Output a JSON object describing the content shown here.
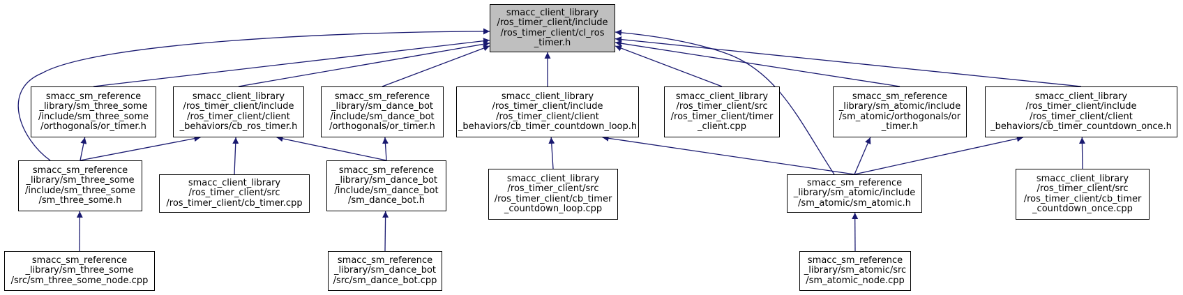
{
  "diagram": {
    "type": "include-dependency-graph",
    "colors": {
      "edge": "#191970",
      "border": "#000000",
      "focus_fill": "#bfbfbf",
      "fill": "#ffffff"
    },
    "nodes": [
      {
        "id": "n0",
        "focus": true,
        "lines": [
          "smacc_client_library",
          "/ros_timer_client/include",
          "/ros_timer_client/cl_ros",
          "_timer.h"
        ]
      },
      {
        "id": "n1",
        "lines": [
          "smacc_sm_reference",
          "_library/sm_three_some",
          "/include/sm_three_some",
          "/orthogonals/or_timer.h"
        ]
      },
      {
        "id": "n2",
        "lines": [
          "smacc_client_library",
          "/ros_timer_client/include",
          "/ros_timer_client/client",
          "_behaviors/cb_ros_timer.h"
        ]
      },
      {
        "id": "n3",
        "lines": [
          "smacc_sm_reference",
          "_library/sm_dance_bot",
          "/include/sm_dance_bot",
          "/orthogonals/or_timer.h"
        ]
      },
      {
        "id": "n4",
        "lines": [
          "smacc_client_library",
          "/ros_timer_client/include",
          "/ros_timer_client/client",
          "_behaviors/cb_timer_countdown_loop.h"
        ]
      },
      {
        "id": "n5",
        "lines": [
          "smacc_client_library",
          "/ros_timer_client/src",
          "/ros_timer_client/timer",
          "_client.cpp"
        ]
      },
      {
        "id": "n6",
        "lines": [
          "smacc_sm_reference",
          "_library/sm_atomic/include",
          "/sm_atomic/orthogonals/or",
          "_timer.h"
        ]
      },
      {
        "id": "n7",
        "lines": [
          "smacc_client_library",
          "/ros_timer_client/include",
          "/ros_timer_client/client",
          "_behaviors/cb_timer_countdown_once.h"
        ]
      },
      {
        "id": "n8",
        "lines": [
          "smacc_sm_reference",
          "_library/sm_three_some",
          "/include/sm_three_some",
          "/sm_three_some.h"
        ]
      },
      {
        "id": "n9",
        "lines": [
          "smacc_client_library",
          "/ros_timer_client/src",
          "/ros_timer_client/cb_timer.cpp"
        ]
      },
      {
        "id": "n10",
        "lines": [
          "smacc_sm_reference",
          "_library/sm_dance_bot",
          "/include/sm_dance_bot",
          "/sm_dance_bot.h"
        ]
      },
      {
        "id": "n11",
        "lines": [
          "smacc_client_library",
          "/ros_timer_client/src",
          "/ros_timer_client/cb_timer",
          "_countdown_loop.cpp"
        ]
      },
      {
        "id": "n12",
        "lines": [
          "smacc_sm_reference",
          "_library/sm_atomic/include",
          "/sm_atomic/sm_atomic.h"
        ]
      },
      {
        "id": "n13",
        "lines": [
          "smacc_client_library",
          "/ros_timer_client/src",
          "/ros_timer_client/cb_timer",
          "_countdown_once.cpp"
        ]
      },
      {
        "id": "n14",
        "lines": [
          "smacc_sm_reference",
          "_library/sm_three_some",
          "/src/sm_three_some_node.cpp"
        ]
      },
      {
        "id": "n15",
        "lines": [
          "smacc_sm_reference",
          "_library/sm_dance_bot",
          "/src/sm_dance_bot.cpp"
        ]
      },
      {
        "id": "n16",
        "lines": [
          "smacc_sm_reference",
          "_library/sm_atomic/src",
          "/sm_atomic_node.cpp"
        ]
      }
    ],
    "edges": [
      {
        "from": "n1",
        "to": "n0"
      },
      {
        "from": "n2",
        "to": "n0"
      },
      {
        "from": "n3",
        "to": "n0"
      },
      {
        "from": "n4",
        "to": "n0"
      },
      {
        "from": "n5",
        "to": "n0"
      },
      {
        "from": "n6",
        "to": "n0"
      },
      {
        "from": "n7",
        "to": "n0"
      },
      {
        "from": "n8",
        "to": "n0"
      },
      {
        "from": "n12",
        "to": "n0"
      },
      {
        "from": "n8",
        "to": "n1"
      },
      {
        "from": "n8",
        "to": "n2"
      },
      {
        "from": "n9",
        "to": "n2"
      },
      {
        "from": "n10",
        "to": "n2"
      },
      {
        "from": "n10",
        "to": "n3"
      },
      {
        "from": "n11",
        "to": "n4"
      },
      {
        "from": "n12",
        "to": "n4"
      },
      {
        "from": "n12",
        "to": "n6"
      },
      {
        "from": "n12",
        "to": "n7"
      },
      {
        "from": "n13",
        "to": "n7"
      },
      {
        "from": "n14",
        "to": "n8"
      },
      {
        "from": "n15",
        "to": "n10"
      },
      {
        "from": "n16",
        "to": "n12"
      }
    ]
  }
}
